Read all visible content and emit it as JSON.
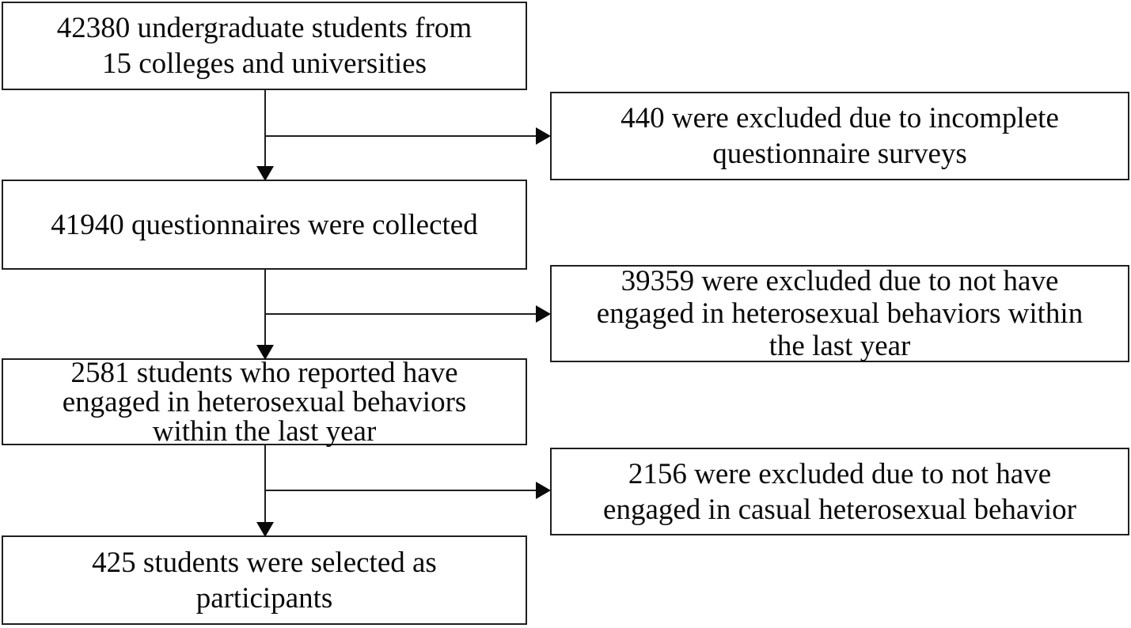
{
  "diagram": {
    "type": "flowchart",
    "description": "participant selection flow",
    "background_color": "#ffffff",
    "line_color": "#1f1f1f",
    "text_color": "#0a0a0a",
    "steps": [
      {
        "id": "initial-sample",
        "value": "42380",
        "text": "42380 undergraduate students from\n15 colleges and universities"
      },
      {
        "id": "questionnaires-collected",
        "value": "41940",
        "text": "41940 questionnaires were collected"
      },
      {
        "id": "engaged-heterosexual-behaviors",
        "value": "2581",
        "text": "2581 students who reported have\nengaged in heterosexual behaviors\nwithin the last year"
      },
      {
        "id": "final-participants",
        "value": "425",
        "text": "425 students were selected as\nparticipants"
      }
    ],
    "exclusions": [
      {
        "id": "incomplete-surveys",
        "value": "440",
        "text": "440 were excluded due to incomplete\nquestionnaire surveys"
      },
      {
        "id": "no-heterosexual-behaviors",
        "value": "39359",
        "text": "39359 were excluded due to not have\nengaged in heterosexual behaviors within\nthe last year"
      },
      {
        "id": "no-casual-heterosexual-behavior",
        "value": "2156",
        "text": "2156 were excluded due to not have\nengaged in casual heterosexual behavior"
      }
    ]
  }
}
